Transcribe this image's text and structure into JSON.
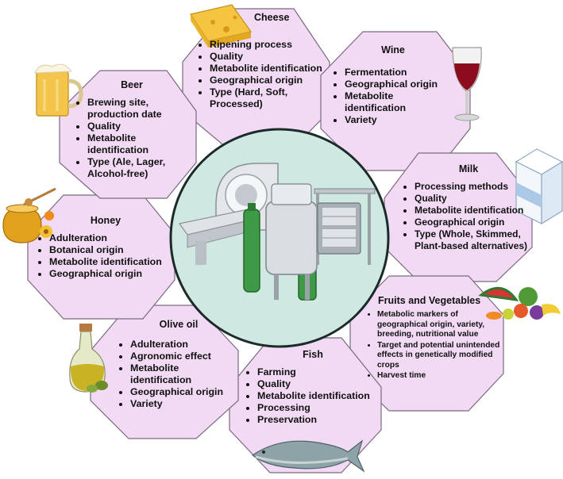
{
  "categories": [
    {
      "title": "Cheese",
      "items": [
        "Ripening process",
        "Quality",
        "Metabolite identification",
        "Geographical origin",
        "Type (Hard, Soft, Processed)"
      ]
    },
    {
      "title": "Wine",
      "items": [
        "Fermentation",
        "Geographical origin",
        "Metabolite identification",
        "Variety"
      ]
    },
    {
      "title": "Milk",
      "items": [
        "Processing methods",
        "Quality",
        "Metabolite identification",
        "Geographical origin",
        "Type (Whole, Skimmed, Plant-based alternatives)"
      ]
    },
    {
      "title": "Fruits and Vegetables",
      "items": [
        "Metabolic markers of geographical origin, variety, breeding, nutritional value",
        "Target and potential unintended effects in genetically modified crops",
        "Harvest time"
      ]
    },
    {
      "title": "Fish",
      "items": [
        "Farming",
        "Quality",
        "Metabolite identification",
        "Processing",
        "Preservation"
      ]
    },
    {
      "title": "Olive oil",
      "items": [
        "Adulteration",
        "Agronomic effect",
        "Metabolite identification",
        "Geographical origin",
        "Variety"
      ]
    },
    {
      "title": "Honey",
      "items": [
        "Adulteration",
        "Botanical origin",
        "Metabolite identification",
        "Geographical origin"
      ]
    },
    {
      "title": "Beer",
      "items": [
        "Brewing site, production date",
        "Quality",
        "Metabolite identification",
        "Type (Ale, Lager, Alcohol-free)"
      ]
    }
  ],
  "colors": {
    "octagon_fill": "#f2daf5",
    "octagon_stroke": "#7a6a80",
    "center_fill": "#cfe9e2",
    "center_stroke": "#1c2a2a"
  },
  "icons": [
    "cheese-icon",
    "wine-glass-icon",
    "milk-carton-icon",
    "fruits-vegetables-icon",
    "fish-icon",
    "olive-oil-bottle-icon",
    "honey-jar-icon",
    "beer-mug-icon",
    "nmr-spectrometer-icon"
  ]
}
